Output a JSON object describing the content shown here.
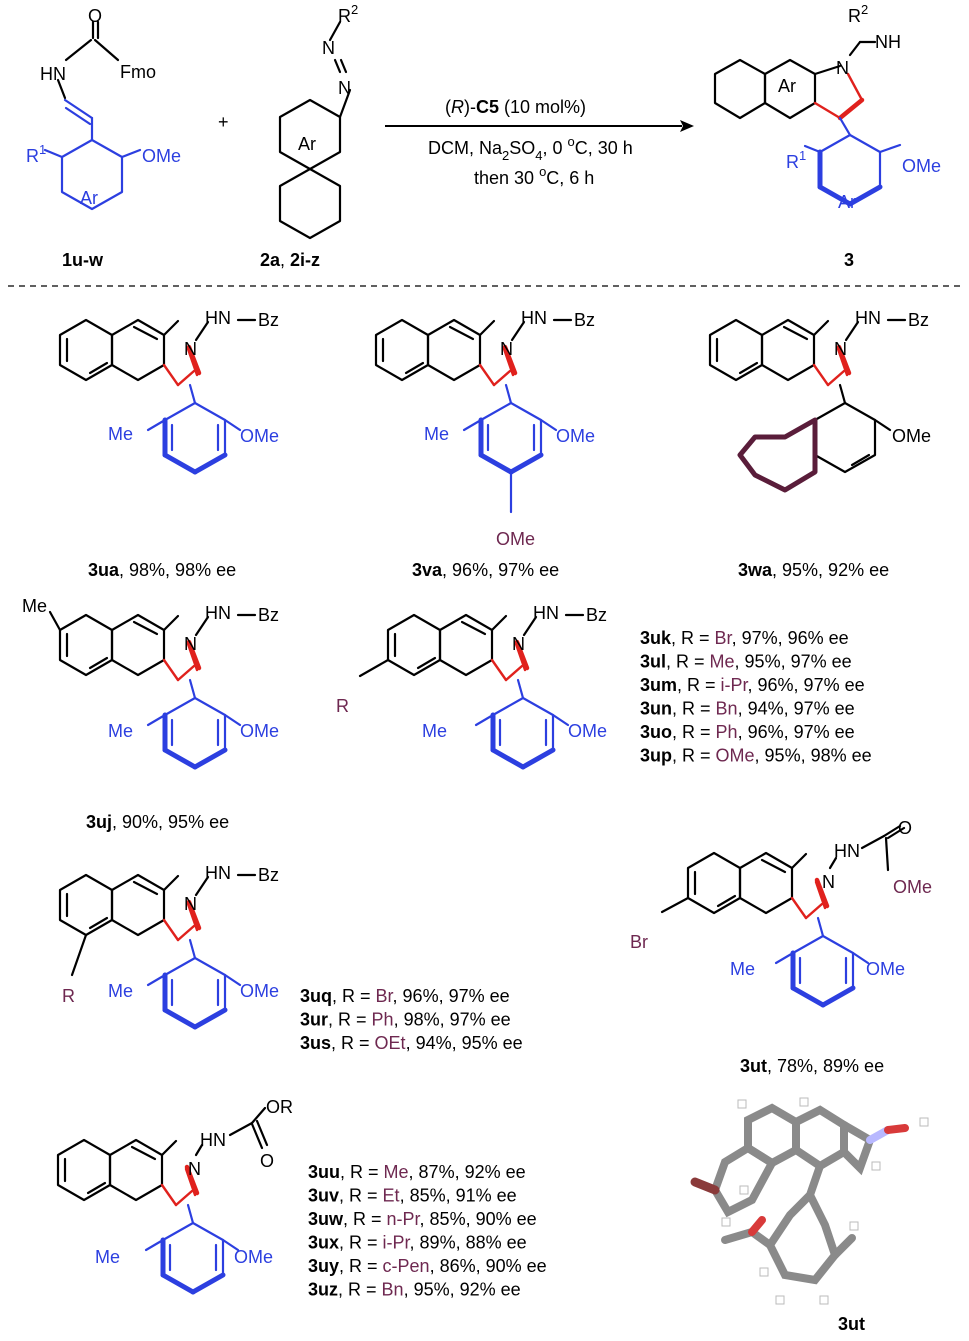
{
  "scheme": {
    "reactant1": {
      "label_bold": "1u-w",
      "fragments": {
        "nh": "HN",
        "o": "O",
        "fmo": "Fmo",
        "r1": "R",
        "r1sup": "1",
        "ome": "OMe",
        "ar": "Ar"
      }
    },
    "plus": "+",
    "reactant2": {
      "label_bold": "2a",
      "label_rest": ", ",
      "label_bold2": "2i-z",
      "fragments": {
        "r2": "R",
        "r2sup": "2",
        "n1": "N",
        "n2": "N",
        "ar": "Ar"
      }
    },
    "conditions": {
      "line1": {
        "paren_open": "(",
        "r_italic": "R",
        "paren_close": ")-",
        "cat_bold": "C5",
        "rest": " (10 mol%)"
      },
      "line2": {
        "text_a": "DCM, Na",
        "sub": "2",
        "text_b": "SO",
        "sub2": "4",
        "text_c": ", 0 ",
        "sup": "o",
        "text_d": "C, 30 h"
      },
      "line3": {
        "text_a": "then 30 ",
        "sup": "o",
        "text_b": "C, 6 h"
      }
    },
    "product": {
      "label_bold": "3",
      "fragments": {
        "r2": "R",
        "r2sup": "2",
        "nh": "NH",
        "n": "N",
        "ar": "Ar",
        "r1": "R",
        "r1sup": "1",
        "ome": "OMe",
        "ar2": "Ar"
      }
    }
  },
  "compounds": {
    "3ua": {
      "id": "3ua",
      "yield_ee": ", 98%, 98% ee",
      "frag": {
        "hn": "HN",
        "bz": "Bz",
        "n": "N",
        "me": "Me",
        "ome": "OMe"
      }
    },
    "3va": {
      "id": "3va",
      "yield_ee": ", 96%, 97% ee",
      "frag": {
        "hn": "HN",
        "bz": "Bz",
        "n": "N",
        "me": "Me",
        "ome": "OMe",
        "ome2": "OMe"
      }
    },
    "3wa": {
      "id": "3wa",
      "yield_ee": ", 95%, 92% ee",
      "frag": {
        "hn": "HN",
        "bz": "Bz",
        "n": "N",
        "ome": "OMe"
      }
    },
    "3uj": {
      "id": "3uj",
      "yield_ee": ", 90%, 95% ee",
      "frag": {
        "hn": "HN",
        "bz": "Bz",
        "n": "N",
        "me_top": "Me",
        "me": "Me",
        "ome": "OMe"
      }
    },
    "3ukp_struct": {
      "frag": {
        "hn": "HN",
        "bz": "Bz",
        "n": "N",
        "r": "R",
        "me": "Me",
        "ome": "OMe"
      }
    },
    "3ut": {
      "id": "3ut",
      "yield_ee": ", 78%, 89% ee",
      "frag": {
        "hn": "HN",
        "o": "O",
        "ome_c": "OMe",
        "n": "N",
        "br": "Br",
        "me": "Me",
        "ome": "OMe"
      }
    },
    "3uqs_struct": {
      "frag": {
        "hn": "HN",
        "bz": "Bz",
        "n": "N",
        "r": "R",
        "me": "Me",
        "ome": "OMe"
      }
    },
    "3uuz_struct": {
      "frag": {
        "hn": "HN",
        "or": "OR",
        "o": "O",
        "n": "N",
        "me": "Me",
        "ome": "OMe"
      }
    },
    "xray_label": "3ut"
  },
  "list_uk_up": [
    {
      "id": "3uk",
      "r_pre": ", R = ",
      "r": "Br",
      "rest": ", 97%, 96% ee"
    },
    {
      "id": "3ul",
      "r_pre": ", R = ",
      "r": "Me",
      "rest": ", 95%, 97% ee"
    },
    {
      "id": "3um",
      "r_pre": ", R = ",
      "r": "i-Pr",
      "rest": ", 96%, 97% ee"
    },
    {
      "id": "3un",
      "r_pre": ", R = ",
      "r": "Bn",
      "rest": ", 94%, 97% ee"
    },
    {
      "id": "3uo",
      "r_pre": ", R = ",
      "r": "Ph",
      "rest": ", 96%, 97% ee"
    },
    {
      "id": "3up",
      "r_pre": ", R = ",
      "r": "OMe",
      "rest": ", 95%, 98% ee"
    }
  ],
  "list_uq_us": [
    {
      "id": "3uq",
      "r_pre": ", R = ",
      "r": "Br",
      "rest": ", 96%, 97% ee"
    },
    {
      "id": "3ur",
      "r_pre": ", R = ",
      "r": "Ph",
      "rest": ", 98%, 97% ee"
    },
    {
      "id": "3us",
      "r_pre": ", R = ",
      "r": "OEt",
      "rest": ", 94%, 95% ee"
    }
  ],
  "list_uu_uz": [
    {
      "id": "3uu",
      "r_pre": ", R = ",
      "r": "Me",
      "rest": ", 87%, 92% ee"
    },
    {
      "id": "3uv",
      "r_pre": ", R = ",
      "r": "Et",
      "rest": ", 85%, 91% ee"
    },
    {
      "id": "3uw",
      "r_pre": ", R = ",
      "r": "n-Pr",
      "rest": ", 85%, 90% ee"
    },
    {
      "id": "3ux",
      "r_pre": ", R = ",
      "r": "i-Pr",
      "rest": ", 89%, 88% ee"
    },
    {
      "id": "3uy",
      "r_pre": ", R = ",
      "r": "c-Pen",
      "rest": ", 86%, 90% ee"
    },
    {
      "id": "3uz",
      "r_pre": ", R = ",
      "r": "Bn",
      "rest": ", 95%, 92% ee"
    }
  ],
  "colors": {
    "blue": "#2c3fe0",
    "red": "#e0211d",
    "maroon": "#6e2850",
    "black": "#000000"
  }
}
